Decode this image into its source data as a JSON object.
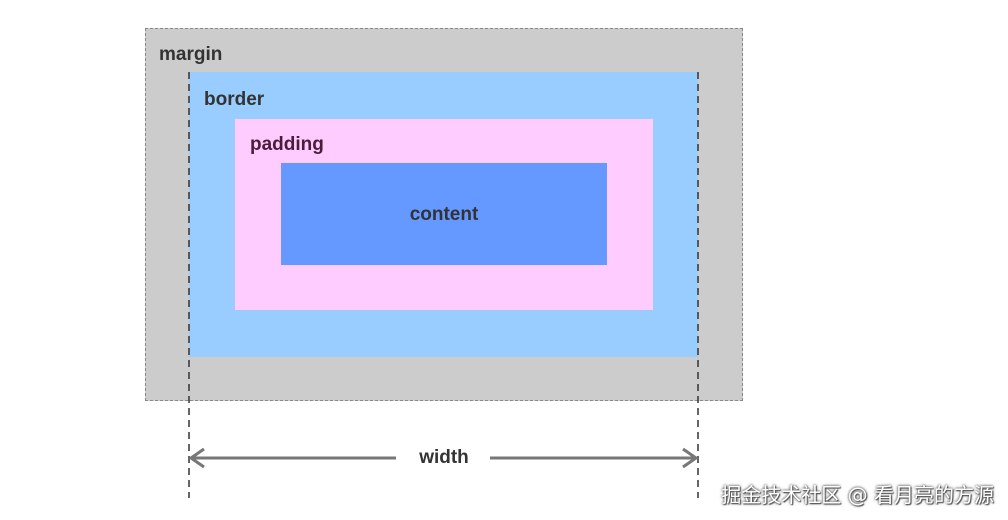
{
  "diagram": {
    "labels": {
      "margin": "margin",
      "border": "border",
      "padding": "padding",
      "content": "content",
      "width": "width"
    },
    "colors": {
      "margin": "#cccccc",
      "border": "#99ccff",
      "padding": "#ffccff",
      "content": "#6699ff",
      "dimension_line": "#777777"
    }
  },
  "watermark": "掘金技术社区 @ 看月亮的方源"
}
